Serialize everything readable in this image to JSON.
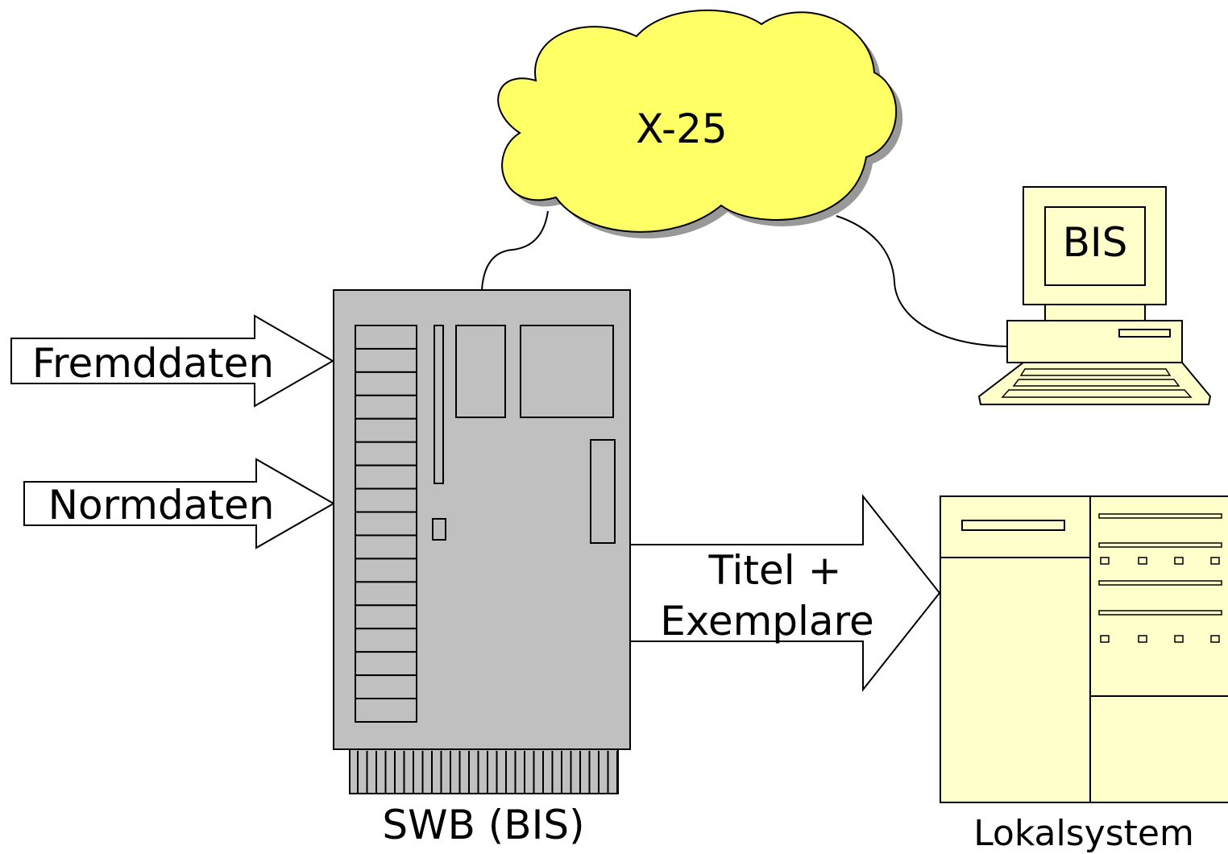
{
  "diagram": {
    "cloud_label": "X-25",
    "server_label": "SWB (BIS)",
    "terminal_label": "BIS",
    "local_system_label": "Lokalsystem",
    "inputs": [
      {
        "label": "Fremddaten"
      },
      {
        "label": "Normdaten"
      }
    ],
    "output": {
      "line1": "Titel +",
      "line2": "Exemplare"
    }
  },
  "colors": {
    "cloud_fill": "#ffff66",
    "cloud_shadow": "#999999",
    "server_fill": "#c0c0c0",
    "device_fill": "#ffffcc",
    "stroke": "#000000"
  }
}
